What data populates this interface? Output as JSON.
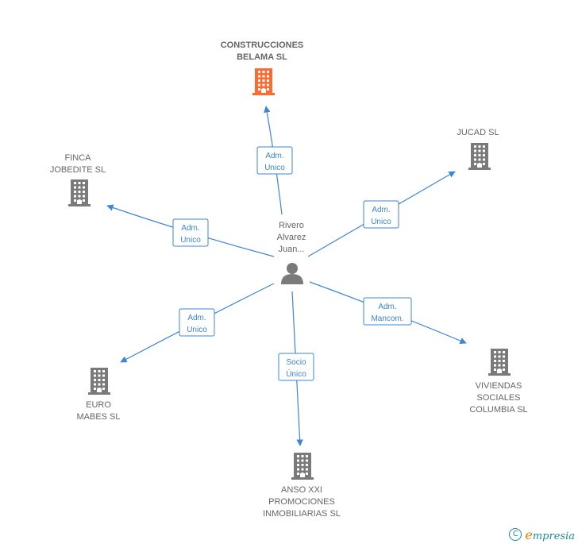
{
  "colors": {
    "edge": "#3d85d6",
    "building": "#7a7a7a",
    "highlight": "#ff6a33",
    "text": "#666666"
  },
  "center": {
    "lines": [
      "Rivero",
      "Alvarez",
      "Juan..."
    ],
    "icon": "person-icon"
  },
  "nodes": [
    {
      "id": "construcciones",
      "lines": [
        "CONSTRUCCIONES",
        "BELAMA  SL"
      ],
      "highlight": true,
      "icon": "building-icon"
    },
    {
      "id": "jucad",
      "lines": [
        "JUCAD  SL"
      ],
      "highlight": false,
      "icon": "building-icon"
    },
    {
      "id": "finca",
      "lines": [
        "FINCA",
        "JOBEDITE SL"
      ],
      "highlight": false,
      "icon": "building-icon"
    },
    {
      "id": "euro",
      "lines": [
        "EURO",
        "MABES SL"
      ],
      "highlight": false,
      "icon": "building-icon"
    },
    {
      "id": "anso",
      "lines": [
        "ANSO XXI",
        "PROMOCIONES",
        "INMOBILIARIAS SL"
      ],
      "highlight": false,
      "icon": "building-icon"
    },
    {
      "id": "viviendas",
      "lines": [
        "VIVIENDAS",
        "SOCIALES",
        "COLUMBIA  SL"
      ],
      "highlight": false,
      "icon": "building-icon"
    }
  ],
  "edges": [
    {
      "to": "construcciones",
      "lines": [
        "Adm.",
        "Unico"
      ]
    },
    {
      "to": "jucad",
      "lines": [
        "Adm.",
        "Unico"
      ]
    },
    {
      "to": "finca",
      "lines": [
        "Adm.",
        "Unico"
      ]
    },
    {
      "to": "euro",
      "lines": [
        "Adm.",
        "Unico"
      ]
    },
    {
      "to": "anso",
      "lines": [
        "Socio",
        "Único"
      ]
    },
    {
      "to": "viviendas",
      "lines": [
        "Adm.",
        "Mancom."
      ]
    }
  ],
  "footer": {
    "copyright_symbol": "C",
    "brand_initial": "e",
    "brand_rest": "mpresia"
  }
}
